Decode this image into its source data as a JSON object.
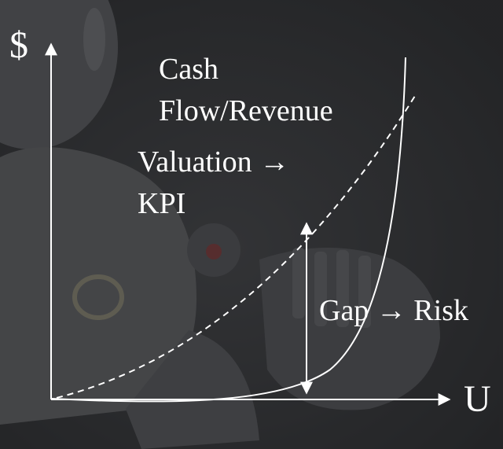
{
  "diagram": {
    "y_axis_label": "$",
    "x_axis_label": "U",
    "curve_dashed_label": "Cash Flow/Revenue",
    "curve_solid_label": "Valuation → KPI",
    "gap_label": "Gap → Risk",
    "line_color": "#ffffff",
    "background_color": "#2a2b2d",
    "background_subject": "robot"
  }
}
